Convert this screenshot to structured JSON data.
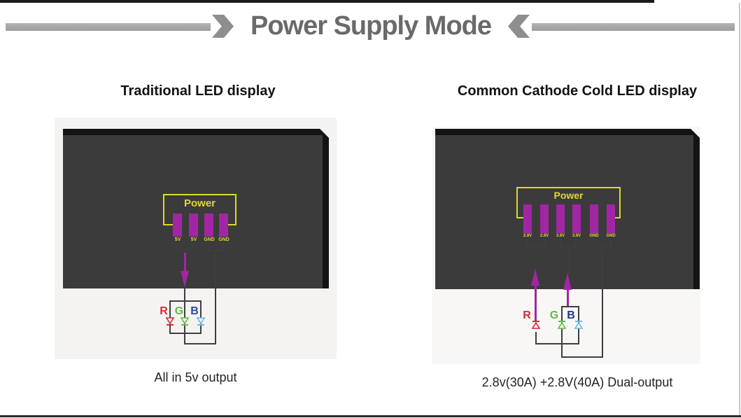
{
  "page": {
    "title": "Power Supply Mode"
  },
  "left_panel": {
    "heading": "Traditional LED display",
    "connector_label": "Power",
    "pin_labels": [
      "5V",
      "5V",
      "GND",
      "GND"
    ],
    "led_labels": [
      "R",
      "G",
      "B"
    ],
    "caption": "All in 5v output"
  },
  "right_panel": {
    "heading": "Common Cathode Cold LED display",
    "connector_label": "Power",
    "pin_labels": [
      "2.8V",
      "2.8V",
      "3.8V",
      "3.8V",
      "GND",
      "GND"
    ],
    "led_labels": [
      "R",
      "G",
      "B"
    ],
    "caption": "2.8v(30A) +2.8V(40A) Dual-output"
  },
  "colors": {
    "title_gray": "#696a6c",
    "bar_gray": "#a8a8a8",
    "chevron_gray": "#8e8e90",
    "panel_bg": "#f4f3f1",
    "dark_box": "#3b3b3b",
    "box_edge_black": "#141414",
    "connector_yellow": "#ddd82f",
    "pin_magenta": "#a226a3",
    "wire_dark": "#3e3e40",
    "led_red": "#d42b33",
    "led_green": "#62bb46",
    "led_blue_letter": "#2b4aa0",
    "led_blue_diode": "#6cb9e6"
  }
}
